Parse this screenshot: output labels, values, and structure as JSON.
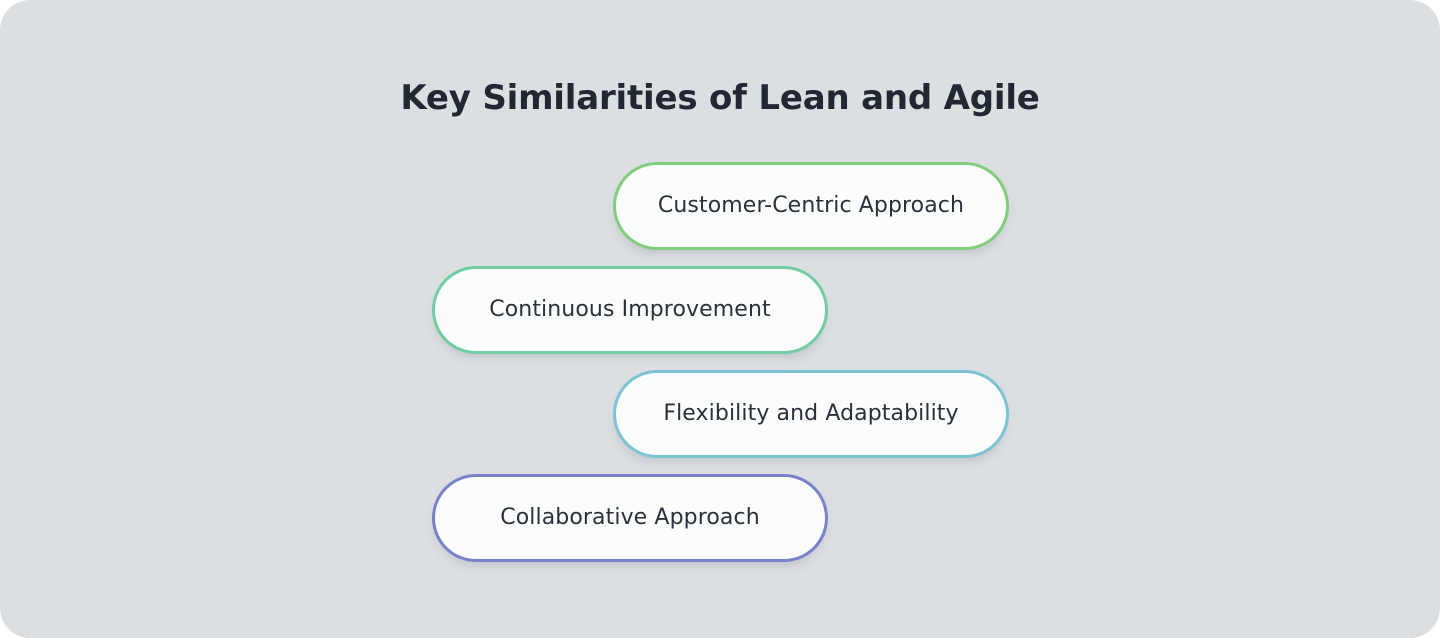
{
  "diagram": {
    "title": "Key Similarities of Lean and Agile",
    "background_color": "#dcdfe2",
    "text_color": "#2b313b",
    "items": [
      {
        "label": "Customer-Centric Approach",
        "accent_color": "#81cd7b"
      },
      {
        "label": "Continuous Improvement",
        "accent_color": "#72cda2"
      },
      {
        "label": "Flexibility and Adaptability",
        "accent_color": "#7cc4d4"
      },
      {
        "label": "Collaborative Approach",
        "accent_color": "#7882c8"
      }
    ]
  }
}
